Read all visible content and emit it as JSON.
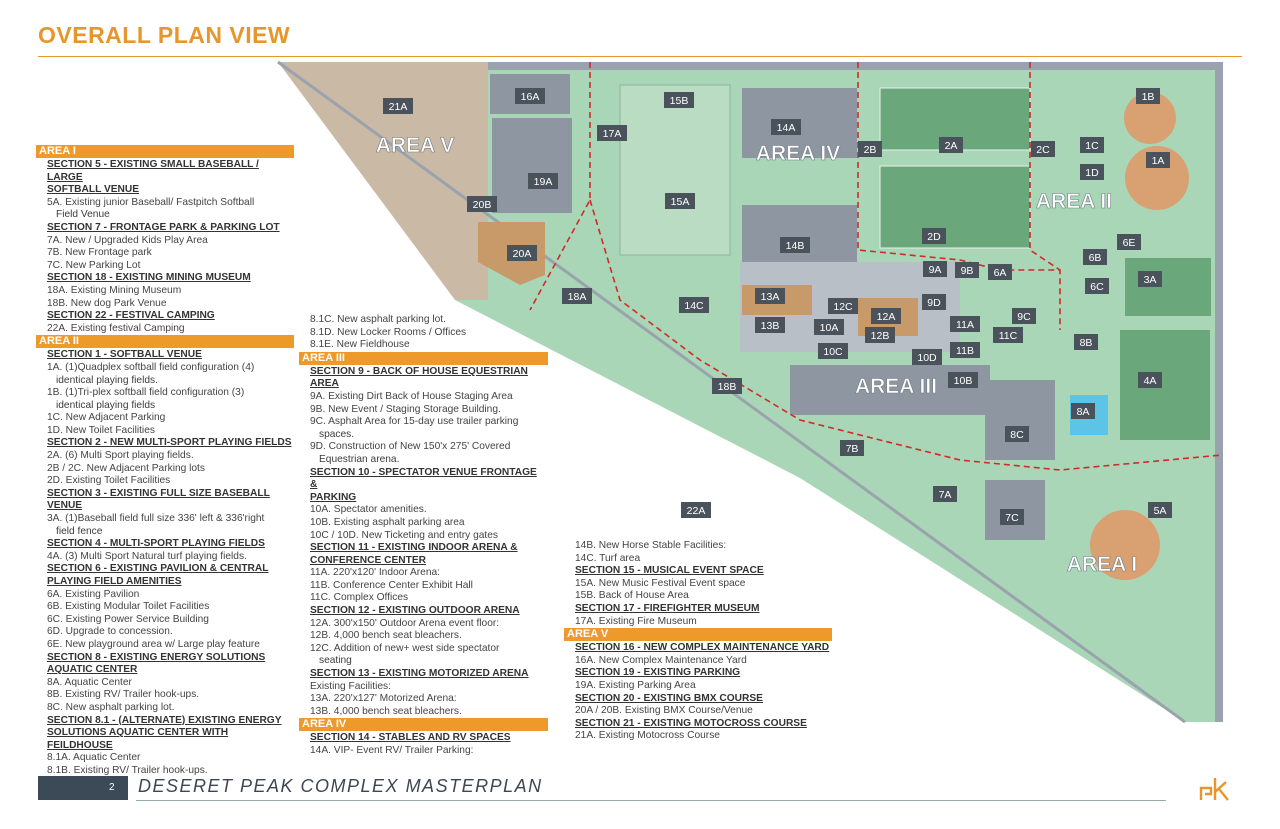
{
  "title": "OVERALL PLAN VIEW",
  "footer": {
    "page": "2",
    "text": "DESERET PEAK COMPLEX MASTERPLAN"
  },
  "colors": {
    "accent": "#ee9a2a",
    "grass": "#a3d2b2",
    "field": "#6aa87c",
    "paving": "#8d96a0",
    "building": "#b9bfc6",
    "dirt": "#c89a6a",
    "boundary": "#d02a2a"
  },
  "areas": [
    "AREA V",
    "AREA IV",
    "AREA II",
    "AREA III",
    "AREA I"
  ],
  "map_labels": [
    "21A",
    "16A",
    "15B",
    "14A",
    "1B",
    "2B",
    "2A",
    "2C",
    "1C",
    "1A",
    "1D",
    "17A",
    "19A",
    "15A",
    "20B",
    "20A",
    "2D",
    "14B",
    "6E",
    "6B",
    "3A",
    "6C",
    "9A",
    "9B",
    "6A",
    "18A",
    "14C",
    "13A",
    "12C",
    "9D",
    "12A",
    "13B",
    "10A",
    "12B",
    "11A",
    "9C",
    "11C",
    "10C",
    "10D",
    "11B",
    "8B",
    "10B",
    "18B",
    "4A",
    "8A",
    "8C",
    "7B",
    "7A",
    "22A",
    "7C",
    "5A"
  ],
  "legend": {
    "col1": [
      {
        "t": "hdr",
        "text": "AREA I"
      },
      {
        "t": "sec",
        "text": "SECTION 5 - EXISTING SMALL BASEBALL / LARGE"
      },
      {
        "t": "sec",
        "text": "SOFTBALL VENUE"
      },
      {
        "t": "item",
        "text": "5A. Existing junior Baseball/ Fastpitch Softball"
      },
      {
        "t": "wrap",
        "text": "Field Venue"
      },
      {
        "t": "sec",
        "text": "SECTION 7 - FRONTAGE PARK & PARKING LOT"
      },
      {
        "t": "item",
        "text": "7A. New / Upgraded Kids Play Area"
      },
      {
        "t": "item",
        "text": "7B. New Frontage park"
      },
      {
        "t": "item",
        "text": "7C. New Parking Lot"
      },
      {
        "t": "sec",
        "text": "SECTION 18 - EXISTING MINING MUSEUM"
      },
      {
        "t": "item",
        "text": "18A. Existing Mining Museum"
      },
      {
        "t": "item",
        "text": "18B. New dog Park Venue"
      },
      {
        "t": "sec",
        "text": "SECTION 22 - FESTIVAL CAMPING"
      },
      {
        "t": "item",
        "text": "22A. Existing festival Camping"
      },
      {
        "t": "hdr",
        "text": "AREA II"
      },
      {
        "t": "sec",
        "text": "SECTION 1 -  SOFTBALL VENUE"
      },
      {
        "t": "item",
        "text": "1A. (1)Quadplex softball field configuration (4)"
      },
      {
        "t": "wrap",
        "text": "identical playing fields."
      },
      {
        "t": "item",
        "text": "1B. (1)Tri-plex softball field configuration (3)"
      },
      {
        "t": "wrap",
        "text": "identical playing fields"
      },
      {
        "t": "item",
        "text": "1C. New Adjacent Parking"
      },
      {
        "t": "item",
        "text": "1D. New Toilet Facilities"
      },
      {
        "t": "sec",
        "text": "SECTION 2 - NEW MULTI-SPORT PLAYING FIELDS"
      },
      {
        "t": "item",
        "text": "2A. (6) Multi Sport playing fields."
      },
      {
        "t": "item",
        "text": "2B / 2C. New Adjacent Parking lots"
      },
      {
        "t": "item",
        "text": "2D. Existing Toilet Facilities"
      },
      {
        "t": "sec",
        "text": "SECTION 3 -  EXISTING FULL SIZE BASEBALL VENUE"
      },
      {
        "t": "item",
        "text": "3A. (1)Baseball field full size 336' left & 336'right"
      },
      {
        "t": "wrap",
        "text": "field fence"
      },
      {
        "t": "sec",
        "text": "SECTION 4 - MULTI-SPORT PLAYING FIELDS"
      },
      {
        "t": "item",
        "text": "4A. (3) Multi Sport Natural turf playing fields."
      },
      {
        "t": "sec",
        "text": "SECTION 6 - EXISTING PAVILION & CENTRAL"
      },
      {
        "t": "sec",
        "text": "PLAYING FIELD AMENITIES"
      },
      {
        "t": "item",
        "text": "6A. Existing Pavilion"
      },
      {
        "t": "item",
        "text": "6B. Existing Modular Toilet Facilities"
      },
      {
        "t": "item",
        "text": "6C. Existing Power Service Building"
      },
      {
        "t": "item",
        "text": "6D. Upgrade to concession."
      },
      {
        "t": "item",
        "text": "6E. New playground area w/ Large play feature"
      },
      {
        "t": "sec",
        "text": "SECTION 8 - EXISTING ENERGY SOLUTIONS"
      },
      {
        "t": "sec",
        "text": "AQUATIC CENTER"
      },
      {
        "t": "item",
        "text": "8A. Aquatic Center"
      },
      {
        "t": "item",
        "text": "8B. Existing RV/ Trailer hook-ups."
      },
      {
        "t": "item",
        "text": "8C. New asphalt parking lot."
      },
      {
        "t": "sec",
        "text": "SECTION 8.1 - (ALTERNATE) EXISTING ENERGY"
      },
      {
        "t": "sec",
        "text": "SOLUTIONS AQUATIC CENTER WITH FEILDHOUSE"
      },
      {
        "t": "item",
        "text": "8.1A. Aquatic Center"
      },
      {
        "t": "item",
        "text": "8.1B. Existing RV/ Trailer hook-ups."
      }
    ],
    "col2": [
      {
        "t": "item",
        "text": "8.1C. New asphalt parking lot."
      },
      {
        "t": "item",
        "text": "8.1D. New Locker Rooms / Offices"
      },
      {
        "t": "item",
        "text": "8.1E. New Fieldhouse"
      },
      {
        "t": "hdr",
        "text": "AREA III"
      },
      {
        "t": "sec",
        "text": "SECTION 9 - BACK OF HOUSE EQUESTRIAN"
      },
      {
        "t": "sec",
        "text": "AREA"
      },
      {
        "t": "item",
        "text": "9A. Existing Dirt Back of House Staging Area"
      },
      {
        "t": "item",
        "text": "9B. New Event / Staging Storage Building."
      },
      {
        "t": "item",
        "text": "9C. Asphalt Area for 15-day use trailer parking"
      },
      {
        "t": "wrap",
        "text": "spaces."
      },
      {
        "t": "item",
        "text": "9D. Construction of New 150'x 275' Covered"
      },
      {
        "t": "wrap",
        "text": "Equestrian arena."
      },
      {
        "t": "sec",
        "text": "SECTION 10 - SPECTATOR VENUE FRONTAGE &"
      },
      {
        "t": "sec",
        "text": "PARKING"
      },
      {
        "t": "item",
        "text": "10A. Spectator amenities."
      },
      {
        "t": "item",
        "text": "10B. Existing asphalt parking area"
      },
      {
        "t": "item",
        "text": "10C / 10D. New Ticketing and entry gates"
      },
      {
        "t": "sec",
        "text": "SECTION 11 - EXISTING INDOOR ARENA &"
      },
      {
        "t": "sec",
        "text": "CONFERENCE CENTER"
      },
      {
        "t": "item",
        "text": "11A. 220'x120' Indoor Arena:"
      },
      {
        "t": "item",
        "text": "11B. Conference Center Exhibit Hall"
      },
      {
        "t": "item",
        "text": "11C. Complex Offices"
      },
      {
        "t": "sec",
        "text": "SECTION 12 - EXISTING OUTDOOR ARENA"
      },
      {
        "t": "item",
        "text": "12A. 300'x150' Outdoor Arena event floor:"
      },
      {
        "t": "item",
        "text": "12B. 4,000 bench seat bleachers."
      },
      {
        "t": "item",
        "text": "12C. Addition of new+ west side spectator"
      },
      {
        "t": "wrap",
        "text": "seating"
      },
      {
        "t": "sec",
        "text": "SECTION 13 - EXISTING MOTORIZED ARENA"
      },
      {
        "t": "plain",
        "text": "Existing Facilities:"
      },
      {
        "t": "item",
        "text": "13A. 220'x127' Motorized Arena:"
      },
      {
        "t": "item",
        "text": "13B. 4,000 bench seat bleachers."
      },
      {
        "t": "hdr",
        "text": "AREA IV"
      },
      {
        "t": "sec",
        "text": "SECTION 14 - STABLES AND RV SPACES"
      },
      {
        "t": "item",
        "text": "14A. VIP- Event RV/ Trailer Parking:"
      }
    ],
    "col3": [
      {
        "t": "item",
        "text": "14B. New Horse Stable Facilities:"
      },
      {
        "t": "item",
        "text": "14C. Turf area"
      },
      {
        "t": "sec",
        "text": "SECTION 15 - MUSICAL EVENT SPACE"
      },
      {
        "t": "item",
        "text": "15A. New Music Festival Event space"
      },
      {
        "t": "item",
        "text": "15B. Back of House Area"
      },
      {
        "t": "sec",
        "text": "SECTION 17 - FIREFIGHTER MUSEUM"
      },
      {
        "t": "item",
        "text": "17A. Existing Fire Museum"
      },
      {
        "t": "hdr",
        "text": "AREA V"
      },
      {
        "t": "sec",
        "text": "SECTION 16 - NEW COMPLEX MAINTENANCE YARD"
      },
      {
        "t": "item",
        "text": "16A. New Complex Maintenance Yard"
      },
      {
        "t": "sec",
        "text": "SECTION 19 - EXISTING PARKING"
      },
      {
        "t": "item",
        "text": "19A. Existing Parking Area"
      },
      {
        "t": "sec",
        "text": "SECTION 20 - EXISTING BMX COURSE"
      },
      {
        "t": "item",
        "text": "20A / 20B. Existing BMX Course/Venue"
      },
      {
        "t": "sec",
        "text": "SECTION 21 - EXISTING MOTOCROSS COURSE"
      },
      {
        "t": "item",
        "text": "21A. Existing Motocross Course"
      }
    ]
  }
}
